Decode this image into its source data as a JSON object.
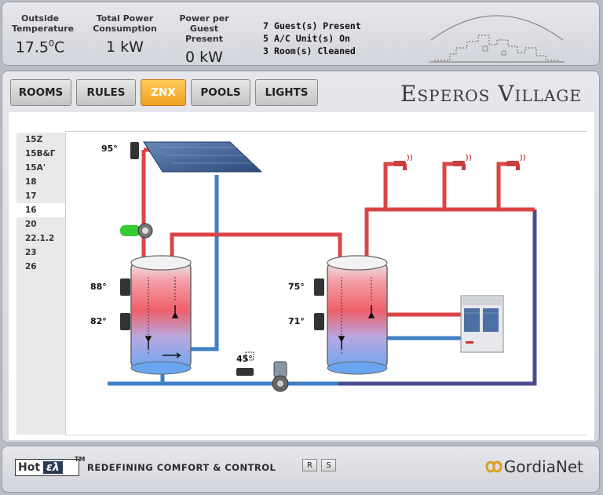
{
  "stats": {
    "outside": {
      "label_line1": "Outside",
      "label_line2": "Temperature",
      "value_num": "17.5",
      "value_sup": "0",
      "value_unit": "C"
    },
    "power": {
      "label_line1": "Total Power",
      "label_line2": "Consumption",
      "value": "1 kW"
    },
    "guest_power": {
      "label_line1": "Power per",
      "label_line2": "Guest Present",
      "value": "0 kW"
    }
  },
  "status": [
    {
      "count": "7",
      "text": "Guest(s) Present"
    },
    {
      "count": "5",
      "text": "A/C Unit(s) On"
    },
    {
      "count": "3",
      "text": "Room(s) Cleaned"
    }
  ],
  "tabs": [
    {
      "label": "ROOMS",
      "active": false
    },
    {
      "label": "RULES",
      "active": false
    },
    {
      "label": "ZNX",
      "active": true
    },
    {
      "label": "POOLS",
      "active": false
    },
    {
      "label": "LIGHTS",
      "active": false
    }
  ],
  "brand": "Esperos Village",
  "rooms": [
    "15Z",
    "15B&Γ",
    "15A'",
    "18",
    "17",
    "16",
    "20",
    "22.1.2",
    "23",
    "26"
  ],
  "selected_room": "16",
  "temps": {
    "solar": "95°",
    "tank1_top": "88°",
    "tank1_bottom": "82°",
    "tank2_top": "75°",
    "tank2_bottom": "71°",
    "return_line": "45°"
  },
  "colors": {
    "hot": "#d94545",
    "cold": "#3f7fc4",
    "return": "#4a4e8c",
    "active_tab": "#f5a623",
    "pump_on": "#33cc33"
  },
  "footer": {
    "logo_left": "Hot",
    "logo_right": "ελ",
    "tm": "TM",
    "tagline": "REDEFINING COMFORT & CONTROL",
    "btn_r": "R",
    "btn_s": "S",
    "company": "GordiaNet"
  }
}
